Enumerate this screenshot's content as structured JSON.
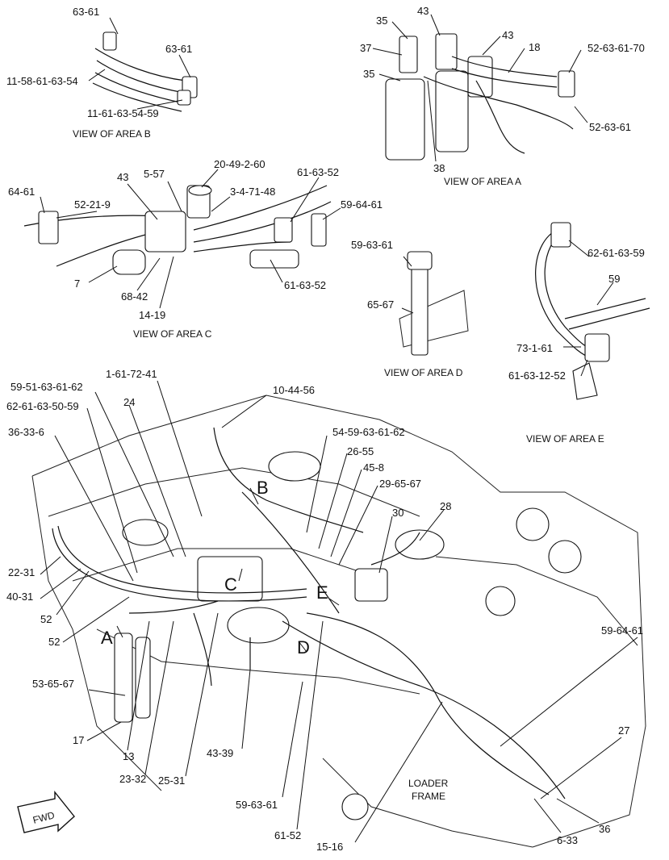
{
  "views": {
    "area_b": "VIEW OF AREA  B",
    "area_a": "VIEW OF AREA  A",
    "area_c": "VIEW OF AREA  C",
    "area_d": "VIEW OF AREA  D",
    "area_e": "VIEW OF AREA  E"
  },
  "area_letters": {
    "a": "A",
    "b": "B",
    "c": "C",
    "d": "D",
    "e": "E"
  },
  "frame_label": {
    "line1": "LOADER",
    "line2": "FRAME"
  },
  "fwd": "FWD",
  "callouts": {
    "b_63_61_top": "63-61",
    "b_63_61_right": "63-61",
    "b_11_58": "11-58-61-63-54",
    "b_11_61": "11-61-63-54-59",
    "a_35_top": "35",
    "a_43_top": "43",
    "a_43_right": "43",
    "a_37": "37",
    "a_18": "18",
    "a_52_63_61_70": "52-63-61-70",
    "a_35_left": "35",
    "a_52_63_61": "52-63-61",
    "a_38": "38",
    "c_20_49": "20-49-2-60",
    "c_43": "43",
    "c_5_57": "5-57",
    "c_61_63_52_top": "61-63-52",
    "c_3_4_71": "3-4-71-48",
    "c_64_61": "64-61",
    "c_52_21_9": "52-21-9",
    "c_59_64_61": "59-64-61",
    "c_7": "7",
    "c_68_42": "68-42",
    "c_61_63_52_bot": "61-63-52",
    "c_14_19": "14-19",
    "d_59_63_61": "59-63-61",
    "d_65_67": "65-67",
    "e_62_61_63_59": "62-61-63-59",
    "e_59": "59",
    "e_73_1_61": "73-1-61",
    "e_61_63_12_52": "61-63-12-52",
    "m_1_61_72_41": "1-61-72-41",
    "m_59_51": "59-51-63-61-62",
    "m_10_44_56": "10-44-56",
    "m_62_61_63_50": "62-61-63-50-59",
    "m_24": "24",
    "m_36_33_6": "36-33-6",
    "m_54_59": "54-59-63-61-62",
    "m_26_55": "26-55",
    "m_45_8": "45-8",
    "m_29_65_67": "29-65-67",
    "m_28": "28",
    "m_30": "30",
    "m_22_31": "22-31",
    "m_40_31": "40-31",
    "m_52_a": "52",
    "m_52_b": "52",
    "m_59_64_61": "59-64-61",
    "m_53_65_67": "53-65-67",
    "m_17": "17",
    "m_27": "27",
    "m_13": "13",
    "m_23_32": "23-32",
    "m_25_31": "25-31",
    "m_43_39": "43-39",
    "m_59_63_61": "59-63-61",
    "m_61_52": "61-52",
    "m_36": "36",
    "m_6_33": "6-33",
    "m_15_16": "15-16"
  }
}
